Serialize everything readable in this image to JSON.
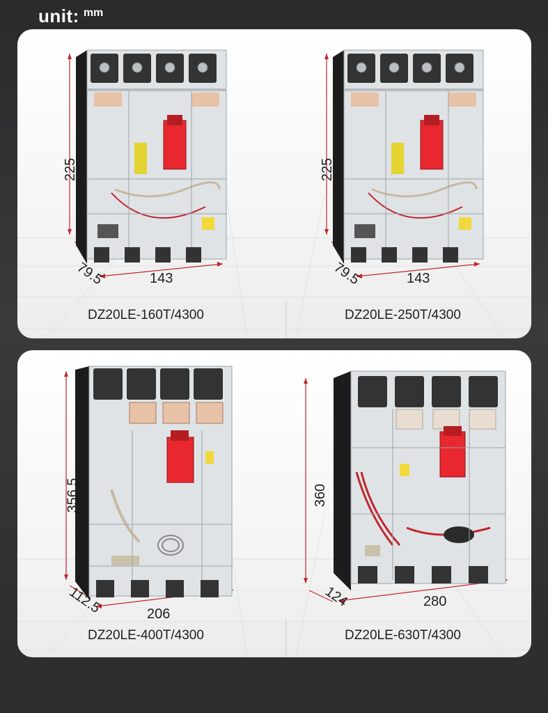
{
  "header": {
    "unit_label": "unit:",
    "unit_value": "mm"
  },
  "products": [
    {
      "model": "DZ20LE-160T/4300",
      "height": "225",
      "depth": "79.5",
      "width": "143"
    },
    {
      "model": "DZ20LE-250T/4300",
      "height": "225",
      "depth": "79.5",
      "width": "143"
    },
    {
      "model": "DZ20LE-400T/4300",
      "height": "356.5",
      "depth": "112.5",
      "width": "206"
    },
    {
      "model": "DZ20LE-630T/4300",
      "height": "360",
      "depth": "124",
      "width": "280"
    }
  ],
  "colors": {
    "dimension_line": "#c0272d",
    "toggle_handle": "#e8282e",
    "housing_black": "#1c1c1c",
    "transparent_cover": "#dfe3e6",
    "panel_background": "#ffffff"
  }
}
